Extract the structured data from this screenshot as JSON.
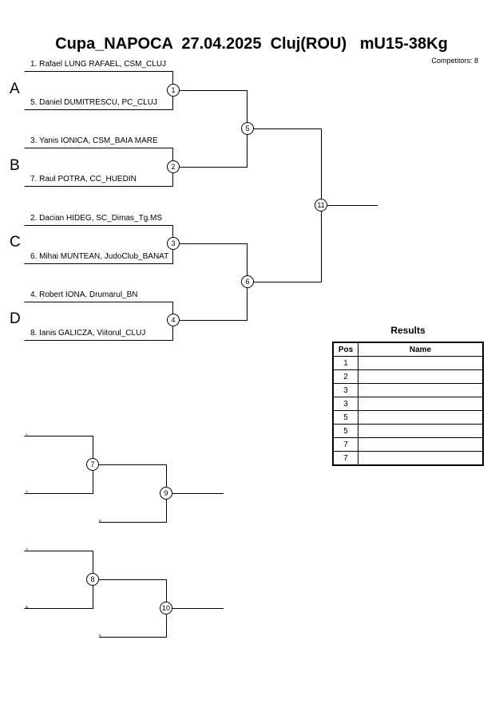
{
  "header": {
    "title": "Cupa_NAPOCA  27.04.2025  Cluj(ROU)   mU15-38Kg",
    "competitors": "Competitors: 8"
  },
  "pools": [
    "A",
    "B",
    "C",
    "D"
  ],
  "competitors": [
    "1. Rafael LUNG RAFAEL, CSM_CLUJ",
    "5. Daniel DUMITRESCU, PC_CLUJ",
    "3. Yanis IONICA, CSM_BAIA MARE",
    "7. Raul POTRA, CC_HUEDIN",
    "2. Dacian HIDEG, SC_Dimas_Tg.MS",
    "6. Mihai MUNTEAN, JudoClub_BANAT",
    "4. Robert IONA, Drumarul_BN",
    "8. Ianis GALICZA, Viitorul_CLUJ"
  ],
  "matches": [
    "1",
    "2",
    "3",
    "4",
    "5",
    "6",
    "11",
    "7",
    "9",
    "8",
    "10"
  ],
  "repechage_labels": [
    "1",
    "2",
    "6",
    "3",
    "4",
    "5"
  ],
  "results": {
    "title": "Results",
    "col_pos": "Pos",
    "col_name": "Name",
    "rows": [
      {
        "pos": "1",
        "name": ""
      },
      {
        "pos": "2",
        "name": ""
      },
      {
        "pos": "3",
        "name": ""
      },
      {
        "pos": "3",
        "name": ""
      },
      {
        "pos": "5",
        "name": ""
      },
      {
        "pos": "5",
        "name": ""
      },
      {
        "pos": "7",
        "name": ""
      },
      {
        "pos": "7",
        "name": ""
      }
    ]
  }
}
